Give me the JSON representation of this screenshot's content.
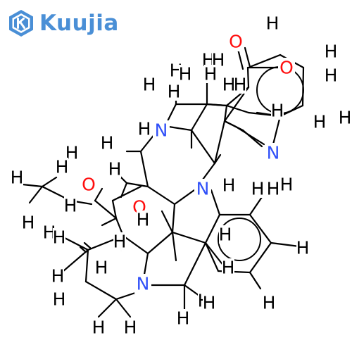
{
  "brand": {
    "name": "Kuujia",
    "color": "#4a8fd6"
  },
  "colors": {
    "bond": "#000000",
    "carbon_h": "#000000",
    "nitrogen": "#3050f8",
    "oxygen": "#ff0d0d"
  },
  "atoms": [
    {
      "id": "o_carbonyl",
      "el": "O",
      "text": "O"
    },
    {
      "id": "o_ester",
      "el": "O",
      "text": "O"
    },
    {
      "id": "o_hydroxyl",
      "el": "O",
      "text": "O"
    },
    {
      "id": "o_ether",
      "el": "O",
      "text": "O"
    },
    {
      "id": "n_upper",
      "el": "N",
      "text": "N"
    },
    {
      "id": "n_indole",
      "el": "N",
      "text": "N"
    },
    {
      "id": "n_central",
      "el": "N",
      "text": "N"
    },
    {
      "id": "n_lower",
      "el": "N",
      "text": "N"
    }
  ],
  "hydrogen_label": "H"
}
